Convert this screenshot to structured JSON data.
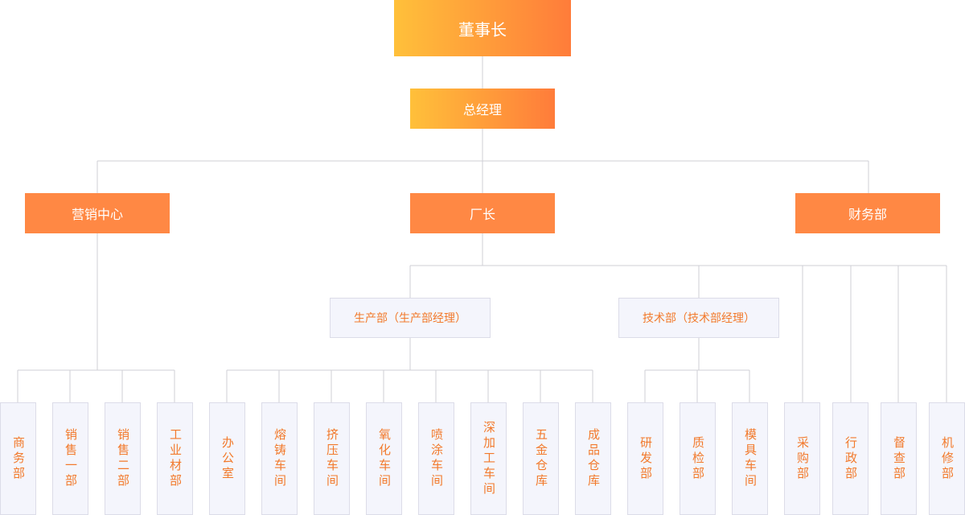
{
  "org": {
    "chairman": "董事长",
    "gm": "总经理",
    "marketing": "营销中心",
    "factory": "厂长",
    "finance": "财务部",
    "production": "生产部（生产部经理）",
    "tech": "技术部（技术部经理）"
  },
  "marketing_units": [
    "商务部",
    "销售一部",
    "销售二部",
    "工业材部"
  ],
  "production_units": [
    "办公室",
    "熔铸车间",
    "挤压车间",
    "氧化车间",
    "喷涂车间",
    "深加工车间",
    "五金仓库",
    "成品仓库"
  ],
  "tech_units": [
    "研发部",
    "质检部",
    "模具车间"
  ],
  "factory_units": [
    "采购部",
    "行政部",
    "督查部",
    "机修部"
  ],
  "colors": {
    "gradient_start": "#ffc03a",
    "gradient_end": "#ff7c3a",
    "solid": "#ff8844",
    "light_bg": "#f4f5fc",
    "light_text": "#f27a2c",
    "line": "#cfcfd6"
  }
}
